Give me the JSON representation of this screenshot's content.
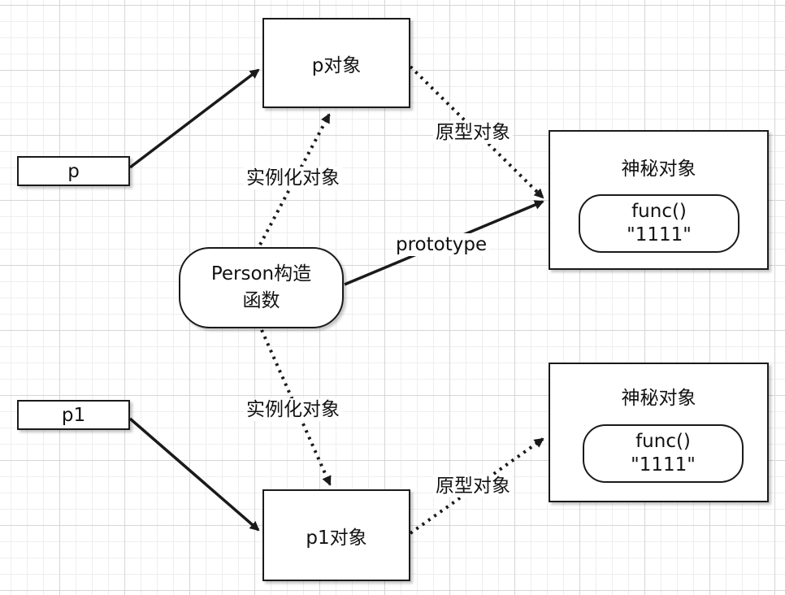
{
  "nodes": {
    "p_var": "p",
    "p1_var": "p1",
    "p_object": "p对象",
    "p1_object": "p1对象",
    "constructor": {
      "line1": "Person构造",
      "line2": "函数"
    },
    "mystery_top": {
      "title": "神秘对象",
      "line1": "func()",
      "line2": "\"1111\""
    },
    "mystery_bottom": {
      "title": "神秘对象",
      "line1": "func()",
      "line2": "\"1111\""
    }
  },
  "edges": {
    "proto_top": "原型对象",
    "instantiate_top": "实例化对象",
    "prototype": "prototype",
    "instantiate_bottom": "实例化对象",
    "proto_bottom": "原型对象"
  },
  "colors": {
    "stroke": "#1a1a1a",
    "grid": "#d6d6d6",
    "background": "#ffffff"
  }
}
